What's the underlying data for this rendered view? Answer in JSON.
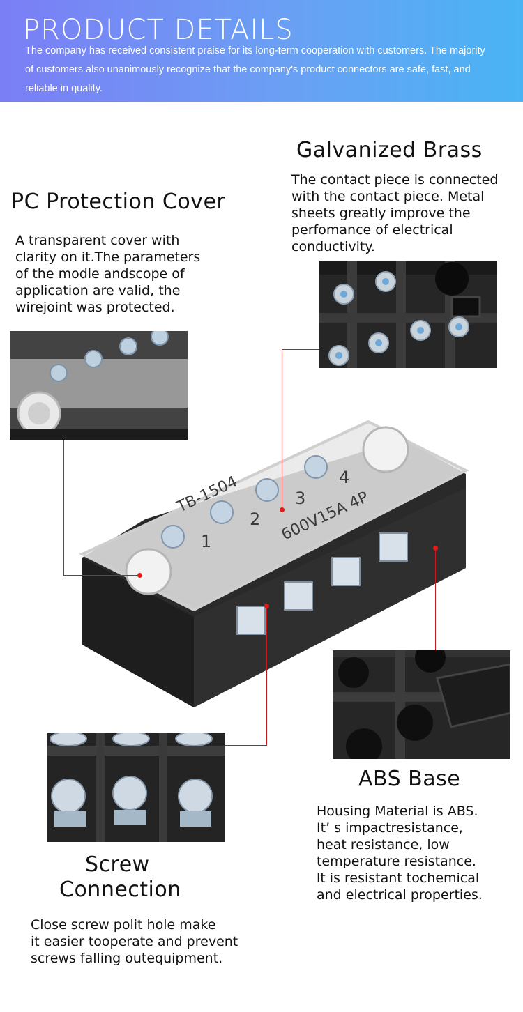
{
  "header": {
    "title": "PRODUCT DETAILS",
    "description": "The company has received consistent praise for its long-term cooperation with customers. The majority of customers also unanimously recognize that the company's product connectors are safe, fast, and reliable in quality."
  },
  "sections": {
    "pc_cover": {
      "title": "PC Protection Cover",
      "text": "A transparent cover with\nclarity on it.The parameters\nof the modle andscope of\napplication are valid, the\nwirejoint was protected."
    },
    "brass": {
      "title": "Galvanized Brass",
      "text": "The contact piece is connected\nwith the contact piece. Metal\nsheets greatly improve the\nperfomance of electrical\nconductivity."
    },
    "abs": {
      "title": "ABS Base",
      "text": "Housing Material is ABS.\nIt’ s impactresistance,\n heat resistance, low\ntemperature resistance.\nlt is resistant tochemical\nand electrical properties."
    },
    "screw": {
      "title_line1": "Screw",
      "title_line2": "Connection",
      "text": "Close screw polit hole make\nit easier tooperate and prevent\n screws falling outequipment."
    }
  },
  "product_markings": {
    "model": "TB-1504",
    "rating": "600V15A 4P",
    "terminal_numbers": [
      "1",
      "2",
      "3",
      "4"
    ]
  },
  "colors": {
    "header_gradient_start": "#7b7ef5",
    "header_gradient_end": "#49b4f4",
    "callout_line": "#c81a1a",
    "housing": "#2b2b2b"
  }
}
